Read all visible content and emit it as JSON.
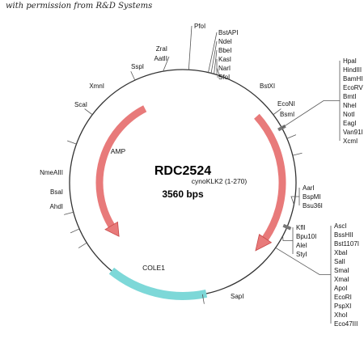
{
  "credit": "with permission from R&D Systems",
  "plasmid": {
    "name": "RDC2524",
    "size_label": "3560 bps",
    "total_bp": 3560
  },
  "colors": {
    "backbone": "#333333",
    "amp": "#e87a7a",
    "amp_stroke": "#c74848",
    "insert": "#e87a7a",
    "ori": "#7dd8d8",
    "ori_stroke": "#3fb8b8"
  },
  "features": [
    {
      "name": "AMP",
      "type": "arrow",
      "start_deg": 333,
      "end_deg": 230
    },
    {
      "name": "cynoKLK2 (1-270)",
      "type": "arrow",
      "start_deg": 45,
      "end_deg": 133
    },
    {
      "name": "COLE1",
      "type": "bar",
      "start_deg": 219,
      "end_deg": 168
    }
  ],
  "sites_left": [
    "PfoI",
    "ZraI",
    "AatII",
    "SspI",
    "XmnI",
    "ScaI",
    "NmeAIII",
    "BsaI",
    "AhdI",
    "SapI"
  ],
  "site_groups": [
    [
      "BstAPI",
      "NdeI",
      "BbeI",
      "KasI",
      "NarI",
      "SfoI"
    ],
    [
      "BstXI"
    ],
    [
      "HpaI",
      "HindIII",
      "BamHI",
      "EcoRV",
      "BmtI",
      "NheI",
      "NotI",
      "EagI",
      "Van91I",
      "XcmI"
    ],
    [
      "EcoNI",
      "BsmI"
    ],
    [
      "AarI",
      "BspMI",
      "Bsu36I"
    ],
    [
      "KflI",
      "Bpu10I",
      "AleI",
      "StyI"
    ],
    [
      "AscI",
      "BssHII",
      "Bst1107I",
      "XbaI",
      "SalI",
      "SmaI",
      "XmaI",
      "ApoI",
      "EcoRI",
      "PspXI",
      "XhoI",
      "Eco47III"
    ]
  ]
}
